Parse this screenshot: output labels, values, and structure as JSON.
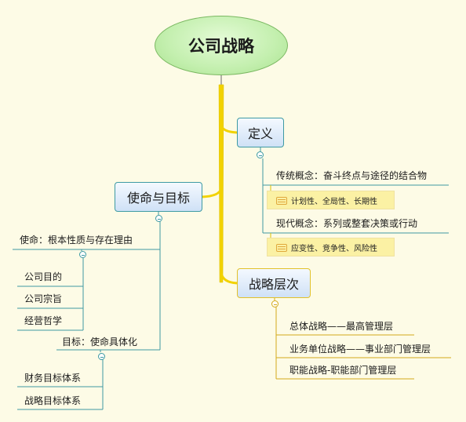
{
  "root": {
    "title": "公司战略"
  },
  "definition": {
    "label": "定义",
    "traditional": {
      "label": "传统概念：奋斗终点与途径的结合物",
      "detail": "计划性、全局性、长期性"
    },
    "modern": {
      "label": "现代概念：系列或整套决策或行动",
      "detail": "应变性、竞争性、风险性"
    }
  },
  "mission_goal": {
    "label": "使命与目标",
    "mission": {
      "label": "使命：根本性质与存在理由",
      "items": [
        "公司目的",
        "公司宗旨",
        "经营哲学"
      ]
    },
    "goal": {
      "label": "目标：使命具体化",
      "items": [
        "财务目标体系",
        "战略目标体系"
      ]
    }
  },
  "levels": {
    "label": "战略层次",
    "items": [
      "总体战略——最高管理层",
      "业务单位战略——事业部门管理层",
      "职能战略-职能部门管理层"
    ]
  },
  "colors": {
    "teal": "#3e9aa3",
    "trunk": "#f2d200",
    "yellow_border": "#e2c12a",
    "detail_bg": "#fbf1a4"
  },
  "icons": [
    "collapse-toggle-icon",
    "note-icon"
  ]
}
